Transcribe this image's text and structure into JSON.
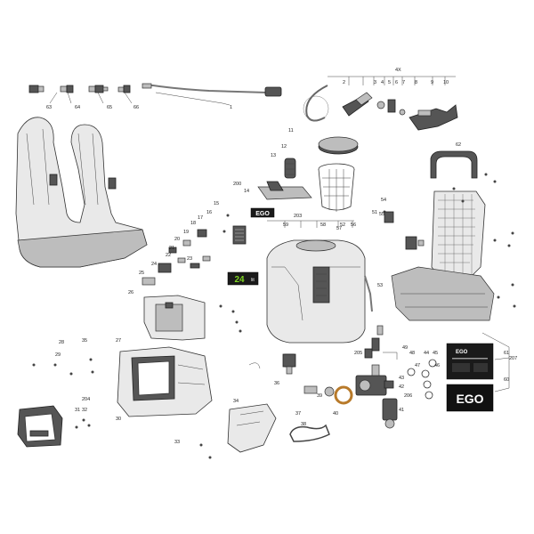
{
  "callouts": [
    {
      "id": "c63",
      "text": "63"
    },
    {
      "id": "c64",
      "text": "64"
    },
    {
      "id": "c65",
      "text": "65"
    },
    {
      "id": "c66",
      "text": "66"
    },
    {
      "id": "c1",
      "text": "1"
    },
    {
      "id": "c4x",
      "text": "4X"
    },
    {
      "id": "c2",
      "text": "2"
    },
    {
      "id": "c3",
      "text": "3"
    },
    {
      "id": "c4",
      "text": "4"
    },
    {
      "id": "c5",
      "text": "5"
    },
    {
      "id": "c6",
      "text": "6"
    },
    {
      "id": "c7",
      "text": "7"
    },
    {
      "id": "c8",
      "text": "8"
    },
    {
      "id": "c9",
      "text": "9"
    },
    {
      "id": "c10",
      "text": "10"
    },
    {
      "id": "c11",
      "text": "11"
    },
    {
      "id": "c12",
      "text": "12"
    },
    {
      "id": "c13",
      "text": "13"
    },
    {
      "id": "c14",
      "text": "14"
    },
    {
      "id": "c15",
      "text": "15"
    },
    {
      "id": "c16",
      "text": "16"
    },
    {
      "id": "c17",
      "text": "17"
    },
    {
      "id": "c18",
      "text": "18"
    },
    {
      "id": "c19",
      "text": "19"
    },
    {
      "id": "c20",
      "text": "20"
    },
    {
      "id": "c21",
      "text": "21"
    },
    {
      "id": "c22",
      "text": "22"
    },
    {
      "id": "c23",
      "text": "23"
    },
    {
      "id": "c24",
      "text": "24"
    },
    {
      "id": "c25",
      "text": "25"
    },
    {
      "id": "c26",
      "text": "26"
    },
    {
      "id": "c27",
      "text": "27"
    },
    {
      "id": "c28",
      "text": "28"
    },
    {
      "id": "c29",
      "text": "29"
    },
    {
      "id": "c30",
      "text": "30"
    },
    {
      "id": "c31",
      "text": "31"
    },
    {
      "id": "c32",
      "text": "32"
    },
    {
      "id": "c33",
      "text": "33"
    },
    {
      "id": "c34",
      "text": "34"
    },
    {
      "id": "c35",
      "text": "35"
    },
    {
      "id": "c36",
      "text": "36"
    },
    {
      "id": "c37",
      "text": "37"
    },
    {
      "id": "c38",
      "text": "38"
    },
    {
      "id": "c39",
      "text": "39"
    },
    {
      "id": "c40",
      "text": "40"
    },
    {
      "id": "c41",
      "text": "41"
    },
    {
      "id": "c42",
      "text": "42"
    },
    {
      "id": "c43",
      "text": "43"
    },
    {
      "id": "c44",
      "text": "44"
    },
    {
      "id": "c45",
      "text": "45"
    },
    {
      "id": "c46",
      "text": "46"
    },
    {
      "id": "c47",
      "text": "47"
    },
    {
      "id": "c48",
      "text": "48"
    },
    {
      "id": "c49",
      "text": "49"
    },
    {
      "id": "c51",
      "text": "51"
    },
    {
      "id": "c52",
      "text": "52"
    },
    {
      "id": "c53",
      "text": "53"
    },
    {
      "id": "c54",
      "text": "54"
    },
    {
      "id": "c55",
      "text": "55"
    },
    {
      "id": "c56",
      "text": "56"
    },
    {
      "id": "c57",
      "text": "57"
    },
    {
      "id": "c58",
      "text": "58"
    },
    {
      "id": "c59",
      "text": "59"
    },
    {
      "id": "c60",
      "text": "60"
    },
    {
      "id": "c61",
      "text": "61"
    },
    {
      "id": "c62",
      "text": "62"
    },
    {
      "id": "c200",
      "text": "200"
    },
    {
      "id": "c203",
      "text": "203"
    },
    {
      "id": "c204",
      "text": "204"
    },
    {
      "id": "c205",
      "text": "205"
    },
    {
      "id": "c206",
      "text": "206"
    },
    {
      "id": "c207",
      "text": "207"
    }
  ],
  "labels": {
    "ego_brand": "EGO",
    "ego_badge_small": "EGO",
    "capacity_badge": "24",
    "capacity_unit": "lit",
    "spec_label_brand": "EGO"
  }
}
